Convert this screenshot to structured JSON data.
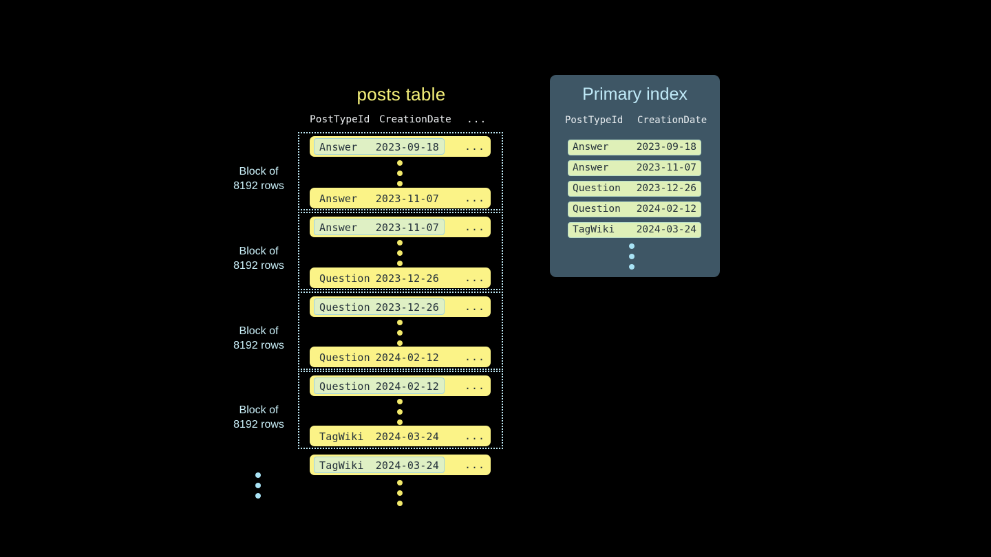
{
  "posts_table": {
    "title": "posts table",
    "columns": [
      "PostTypeId",
      "CreationDate",
      "..."
    ],
    "etc": "...",
    "blocks": [
      {
        "label_line1": "Block of",
        "label_line2": "8192 rows",
        "first_row": {
          "post_type_id": "Answer",
          "creation_date": "2023-09-18",
          "etc": "...",
          "highlighted": true
        },
        "last_row": {
          "post_type_id": "Answer",
          "creation_date": "2023-11-07",
          "etc": "...",
          "highlighted": false
        }
      },
      {
        "label_line1": "Block of",
        "label_line2": "8192 rows",
        "first_row": {
          "post_type_id": "Answer",
          "creation_date": "2023-11-07",
          "etc": "...",
          "highlighted": true
        },
        "last_row": {
          "post_type_id": "Question",
          "creation_date": "2023-12-26",
          "etc": "...",
          "highlighted": false
        }
      },
      {
        "label_line1": "Block of",
        "label_line2": "8192 rows",
        "first_row": {
          "post_type_id": "Question",
          "creation_date": "2023-12-26",
          "etc": "...",
          "highlighted": true
        },
        "last_row": {
          "post_type_id": "Question",
          "creation_date": "2024-02-12",
          "etc": "...",
          "highlighted": false
        }
      },
      {
        "label_line1": "Block of",
        "label_line2": "8192 rows",
        "first_row": {
          "post_type_id": "Question",
          "creation_date": "2024-02-12",
          "etc": "...",
          "highlighted": true
        },
        "last_row": {
          "post_type_id": "TagWiki",
          "creation_date": "2024-03-24",
          "etc": "...",
          "highlighted": false
        }
      }
    ],
    "trailing_row": {
      "post_type_id": "TagWiki",
      "creation_date": "2024-03-24",
      "etc": "...",
      "highlighted": true
    }
  },
  "primary_index": {
    "title": "Primary index",
    "columns": [
      "PostTypeId",
      "CreationDate"
    ],
    "rows": [
      {
        "post_type_id": "Answer",
        "creation_date": "2023-09-18"
      },
      {
        "post_type_id": "Answer",
        "creation_date": "2023-11-07"
      },
      {
        "post_type_id": "Question",
        "creation_date": "2023-12-26"
      },
      {
        "post_type_id": "Question",
        "creation_date": "2024-02-12"
      },
      {
        "post_type_id": "TagWiki",
        "creation_date": "2024-03-24"
      }
    ]
  },
  "colors": {
    "background": "#000000",
    "row_yellow": "#fbf387",
    "highlight_green": "#dff0c4",
    "highlight_border": "#9fd3e0",
    "block_border": "#bfe9f5",
    "panel_bg": "#3e5665",
    "index_row": "#dff0b8",
    "title_yellow": "#f5f07a",
    "title_cyan": "#bfe9f7",
    "label_cyan": "#c9eef7",
    "dot_yellow": "#f2e96b",
    "dot_blue": "#a9e3f5"
  }
}
